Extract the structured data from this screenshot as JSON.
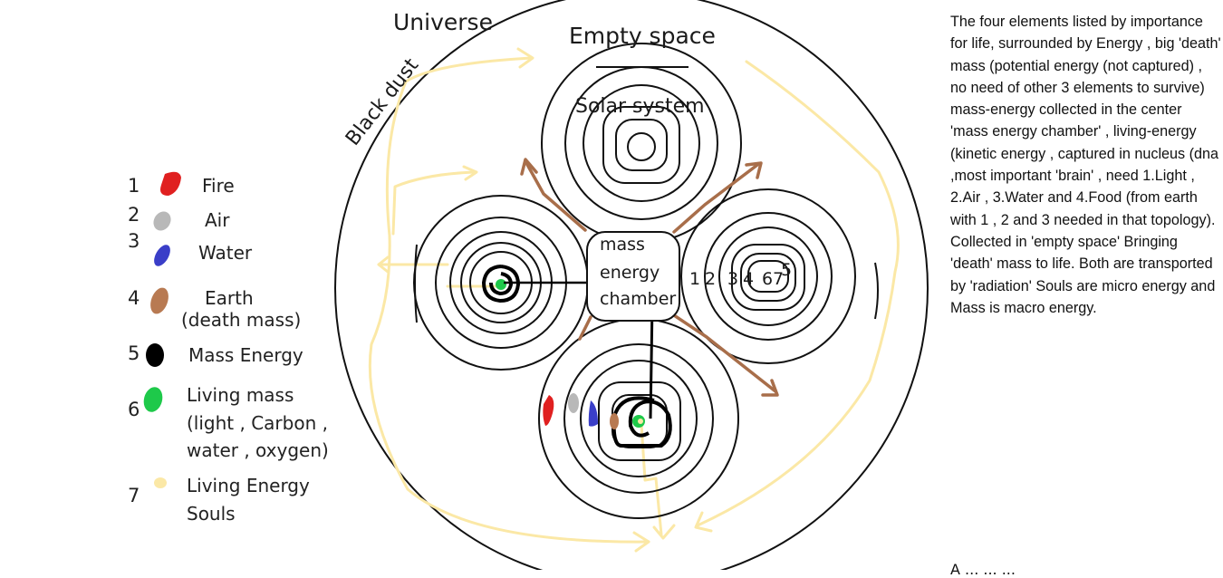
{
  "labels": {
    "universe": "Universe",
    "empty_space": "Empty space",
    "black_dust": "Black dust",
    "solar_system": "Solar system",
    "chamber_line1": "mass",
    "chamber_line2": "energy",
    "chamber_line3": "chamber",
    "right_numbers": [
      "1",
      "2",
      "3",
      "4",
      "6",
      "7",
      "5"
    ]
  },
  "legend": [
    {
      "num": "1",
      "label": "Fire",
      "color": "#e02020"
    },
    {
      "num": "2",
      "label": "Air",
      "color": "#b8b8b8"
    },
    {
      "num": "3",
      "label": "Water",
      "color": "#3a3ec8"
    },
    {
      "num": "4",
      "label_lines": [
        "Earth",
        "(death mass)"
      ],
      "color": "#b87a52"
    },
    {
      "num": "5",
      "label": "Mass Energy",
      "color": "#000000"
    },
    {
      "num": "6",
      "label_lines": [
        "Living mass",
        "(light , Carbon ,",
        "water , oxygen)"
      ],
      "color": "#1ec94a"
    },
    {
      "num": "7",
      "label_lines": [
        "Living Energy",
        "Souls"
      ],
      "color": "#fbe8a6"
    }
  ],
  "description": "The four elements listed by importance for life, surrounded by Energy , big 'death' mass (potential energy (not captured) , no need of other 3 elements to survive) mass-energy collected in the center 'mass energy chamber' , living-energy (kinetic energy , captured in nucleus (dna ,most important 'brain' , need 1.Light ,  2.Air , 3.Water and 4.Food (from earth with 1 , 2 and 3 needed in that topology). Collected in 'empty space' Bringing 'death' mass to life. Both are transported by 'radiation' Souls are micro energy and Mass is macro energy.",
  "bottom_cut_text": "A  ...  ...  ...",
  "colors": {
    "fire": "#e02020",
    "air": "#b8b8b8",
    "water": "#3a3ec8",
    "earth": "#b87a52",
    "mass": "#000000",
    "living": "#1ec94a",
    "soul": "#fbe8a6",
    "arrow_brown": "#a86e4a"
  }
}
